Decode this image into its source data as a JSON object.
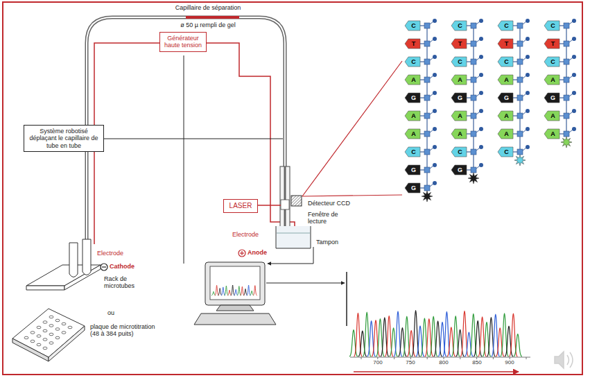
{
  "diagram": {
    "nodes": [
      {
        "text": [
          "Générateur haute tension"
        ]
      },
      {
        "text": [
          "Système robotisé déplaçant le capillaire de tube en tube"
        ]
      },
      {
        "text": [
          "LASER"
        ]
      }
    ],
    "labels": [
      "Capillaire de séparation",
      "ø 50 µ rempli de gel",
      "Détecteur CCD",
      "Fenêtre de lecture",
      "Electrode",
      "Anode",
      "Tampon",
      "Electrode",
      "Cathode",
      "Rack de microtubes",
      "ou",
      "plaque de microtitration (48 à 384 puits)",
      "700",
      "750",
      "800",
      "850",
      "900",
      "C",
      "T",
      "C",
      "A",
      "G",
      "A",
      "A",
      "C",
      "G",
      "G",
      "C",
      "T",
      "C",
      "A",
      "G",
      "A",
      "A",
      "C",
      "G",
      "C",
      "T",
      "C",
      "A",
      "G",
      "A",
      "A",
      "C",
      "C",
      "T",
      "C",
      "A",
      "G",
      "A",
      "A"
    ]
  }
}
